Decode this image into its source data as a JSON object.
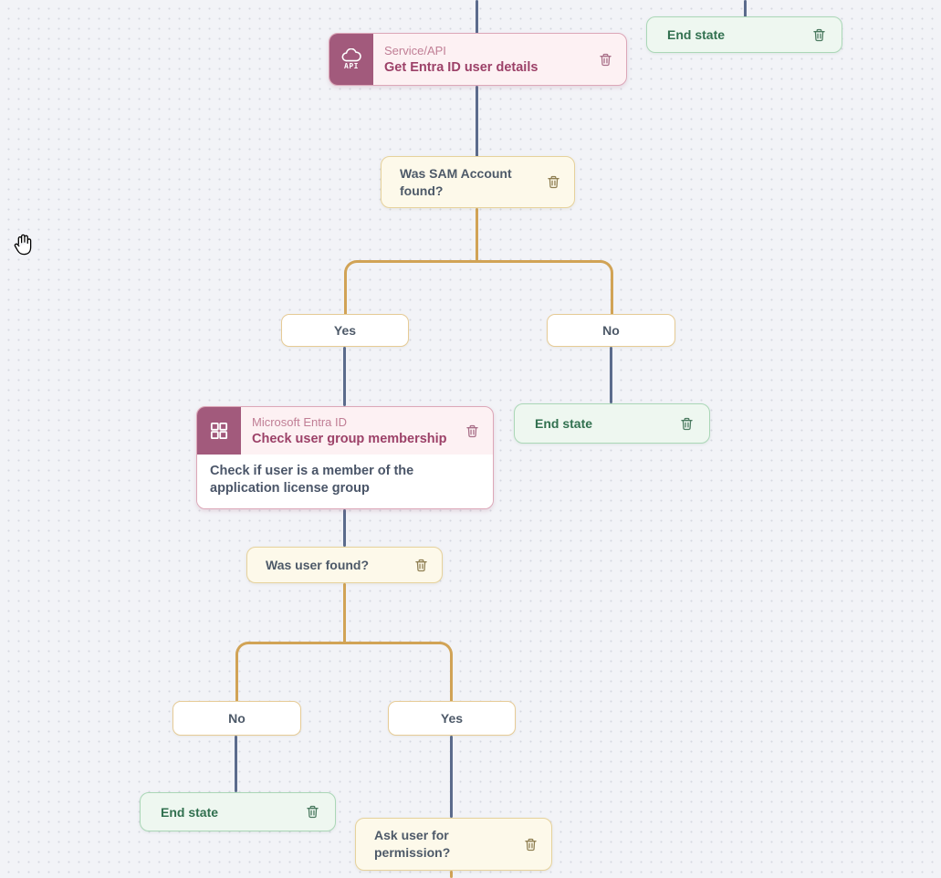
{
  "app": {
    "type": "workflow-builder-canvas"
  },
  "canvas": {
    "background": "#f2f3f7",
    "dot_color": "#d6d8e1"
  },
  "colors": {
    "connector_default": "#5b6b8c",
    "connector_branch": "#d1a356",
    "action_accent": "#a25a7c",
    "action_bg": "#fdf1f3",
    "action_border": "#dca7b8",
    "action_title": "#9c4168",
    "action_category": "#c07e95",
    "decision_bg": "#fdf9ea",
    "decision_border": "#e6d29c",
    "end_bg": "#eef7f0",
    "end_border": "#abd7b7",
    "end_text": "#31704f",
    "choice_border": "#e6cb96",
    "text_dark": "#4d5968"
  },
  "cursor": {
    "icon": "grab-hand"
  },
  "nodes": {
    "end_state_top": {
      "label": "End state"
    },
    "service_api": {
      "icon_text": "API",
      "category": "Service/API",
      "title": "Get Entra ID user details"
    },
    "was_sam_found": {
      "label": "Was SAM Account found?"
    },
    "branch1_yes": {
      "label": "Yes"
    },
    "branch1_no": {
      "label": "No"
    },
    "entra_check": {
      "category": "Microsoft Entra ID",
      "title": "Check user group membership",
      "description": "Check if user is a member of the application license group"
    },
    "end_state_mid": {
      "label": "End state"
    },
    "was_user_found": {
      "label": "Was user found?"
    },
    "branch2_no": {
      "label": "No"
    },
    "branch2_yes": {
      "label": "Yes"
    },
    "end_state_bottom": {
      "label": "End state"
    },
    "ask_permission": {
      "label": "Ask user for permission?"
    }
  },
  "edges": [
    {
      "from": "offscreen-top",
      "to": "service_api",
      "style": "default"
    },
    {
      "from": "offscreen-top",
      "to": "end_state_top",
      "style": "default"
    },
    {
      "from": "service_api",
      "to": "was_sam_found",
      "style": "default"
    },
    {
      "from": "was_sam_found",
      "to": "branch1_yes",
      "style": "branch"
    },
    {
      "from": "was_sam_found",
      "to": "branch1_no",
      "style": "branch"
    },
    {
      "from": "branch1_yes",
      "to": "entra_check",
      "style": "default"
    },
    {
      "from": "branch1_no",
      "to": "end_state_mid",
      "style": "default"
    },
    {
      "from": "entra_check",
      "to": "was_user_found",
      "style": "default"
    },
    {
      "from": "was_user_found",
      "to": "branch2_no",
      "style": "branch"
    },
    {
      "from": "was_user_found",
      "to": "branch2_yes",
      "style": "branch"
    },
    {
      "from": "branch2_no",
      "to": "end_state_bottom",
      "style": "default"
    },
    {
      "from": "branch2_yes",
      "to": "ask_permission",
      "style": "default"
    },
    {
      "from": "ask_permission",
      "to": "offscreen-bottom",
      "style": "branch"
    }
  ]
}
